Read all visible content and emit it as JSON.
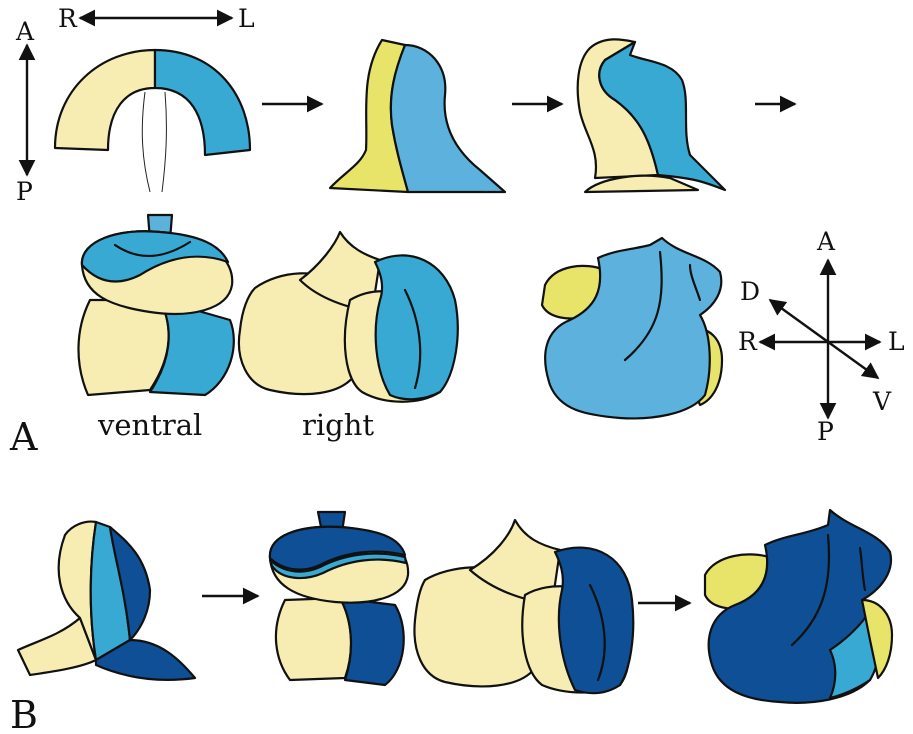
{
  "colors": {
    "yellow": "#f7edb3",
    "bright_yellow": "#e8e46a",
    "blue": "#38a9d2",
    "light_blue": "#5cb2dc",
    "dark_blue": "#0e4f95",
    "outline": "#111111"
  },
  "panels": {
    "a": {
      "letter": "A",
      "ventral_label": "ventral",
      "right_label": "right"
    },
    "b": {
      "letter": "B"
    }
  },
  "axes_top_left": {
    "right": "R",
    "left": "L",
    "anterior": "A",
    "posterior": "P"
  },
  "axes_right": {
    "anterior": "A",
    "posterior": "P",
    "right": "R",
    "left": "L",
    "dorsal": "D",
    "ventral": "V"
  }
}
